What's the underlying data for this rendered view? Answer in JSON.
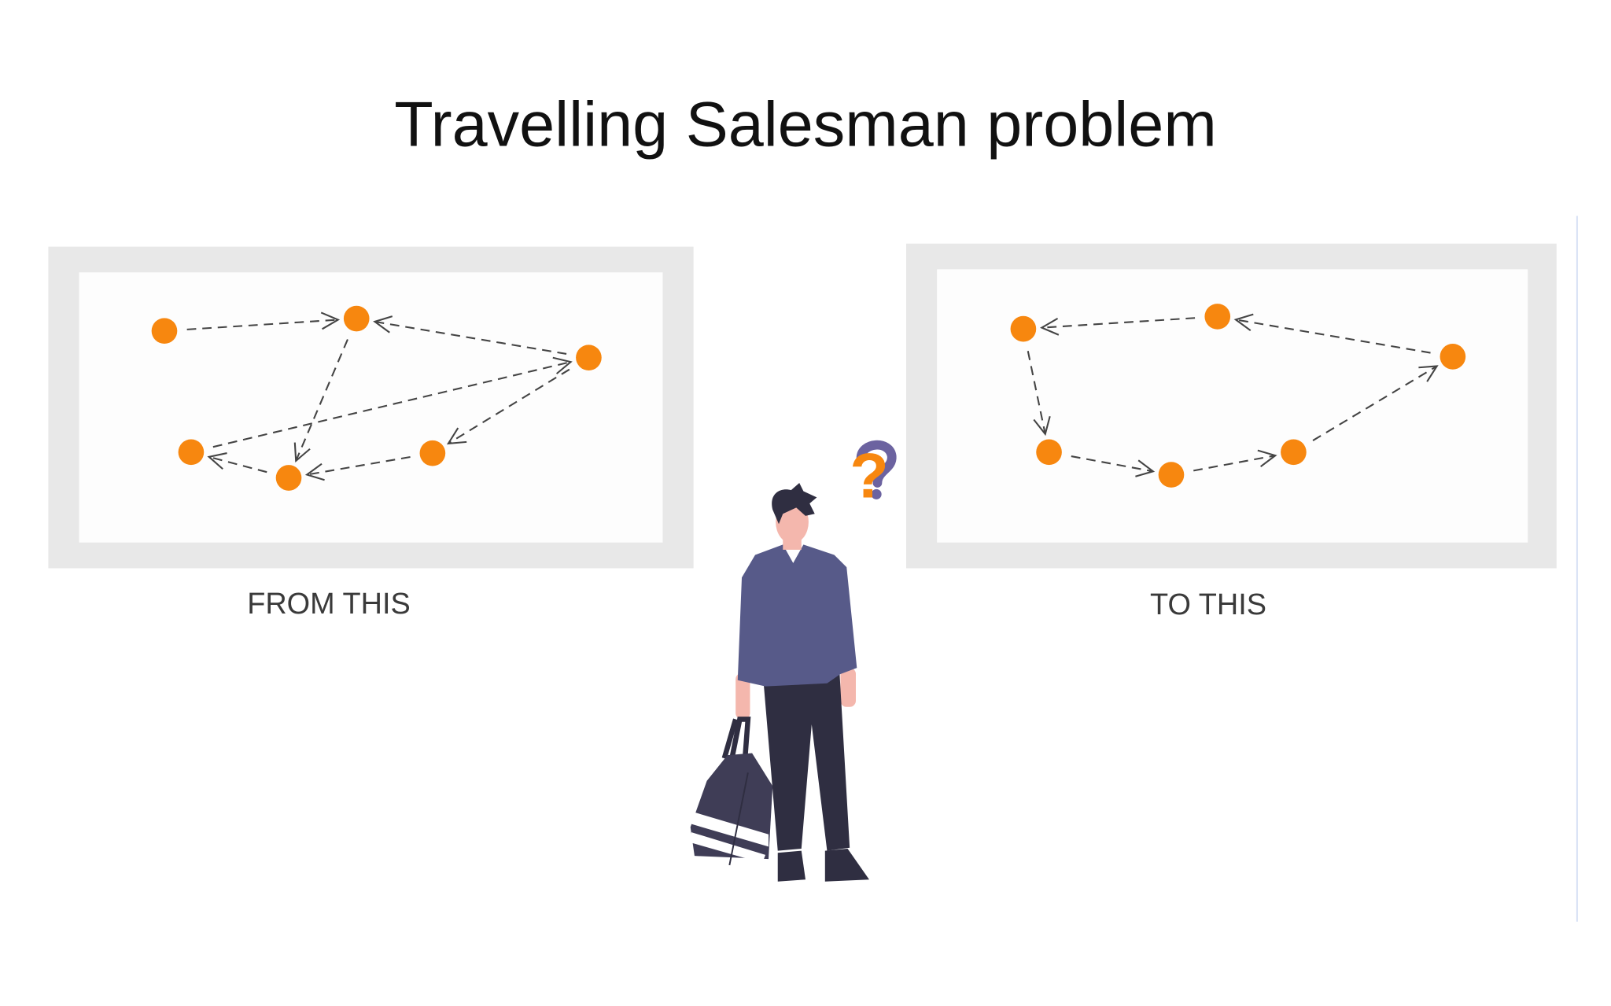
{
  "title": "Travelling Salesman problem",
  "colors": {
    "node": "#f7870f",
    "frame": "#e8e8e8",
    "shirt": "#575a89",
    "pants": "#2f2e41",
    "skin": "#f4b7ad",
    "question": "#f7870f",
    "question_shadow": "#6c63a0"
  },
  "panels": [
    {
      "label": "FROM THIS",
      "edges": [
        [
          0,
          1
        ],
        [
          2,
          1
        ],
        [
          1,
          4
        ],
        [
          3,
          2
        ],
        [
          2,
          5
        ],
        [
          5,
          4
        ],
        [
          4,
          3
        ]
      ]
    },
    {
      "label": "TO THIS",
      "edges": [
        [
          1,
          0
        ],
        [
          2,
          1
        ],
        [
          0,
          3
        ],
        [
          3,
          4
        ],
        [
          4,
          5
        ],
        [
          5,
          2
        ]
      ]
    }
  ],
  "question_mark": "?"
}
